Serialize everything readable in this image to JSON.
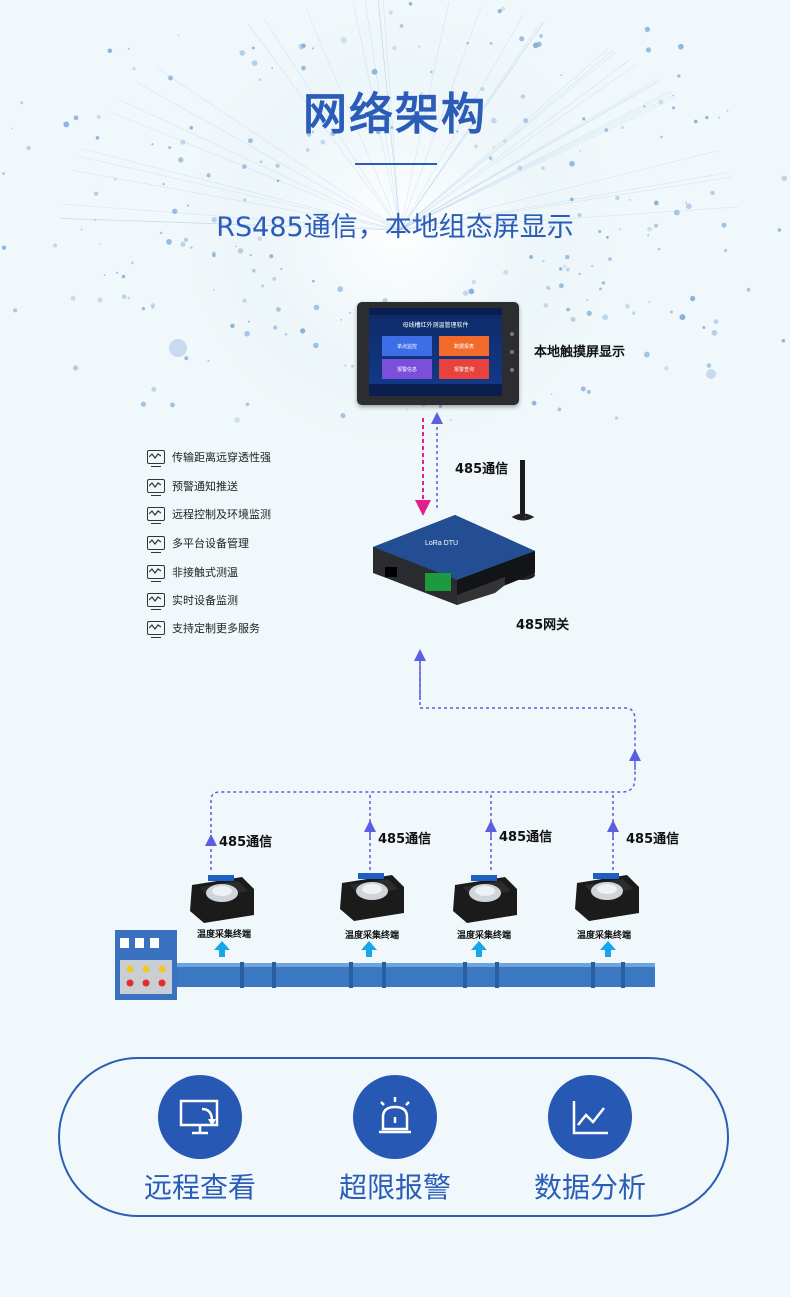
{
  "title": "网络架构",
  "subtitle": "RS485通信，本地组态屏显示",
  "touchscreen": {
    "label": "本地触摸屏显示",
    "screen_title": "母线槽红外测温管理软件",
    "tiles": [
      "单点监控",
      "数据报表",
      "报警信息",
      "报警查询"
    ]
  },
  "link_top_label": "485通信",
  "gateway": {
    "label": "485网关",
    "brand": "LoRa DTU"
  },
  "features": [
    "传输距离远穿透性强",
    "预警通知推送",
    "远程控制及环境监测",
    "多平台设备管理",
    "非接触式测温",
    "实时设备监测",
    "支持定制更多服务"
  ],
  "terminals": [
    {
      "link_label": "485通信",
      "label": "温度采集终端"
    },
    {
      "link_label": "485通信",
      "label": "温度采集终端"
    },
    {
      "link_label": "485通信",
      "label": "温度采集终端"
    },
    {
      "link_label": "485通信",
      "label": "温度采集终端"
    }
  ],
  "bottom_features": [
    {
      "label": "远程查看",
      "icon": "monitor-refresh-icon"
    },
    {
      "label": "超限报警",
      "icon": "alarm-siren-icon"
    },
    {
      "label": "数据分析",
      "icon": "line-chart-icon"
    }
  ],
  "colors": {
    "primary": "#2a5cb8",
    "dash_blue": "#5a5ee0",
    "dash_pink": "#e0218a",
    "busbar": "#3b78c2",
    "arrow_cyan": "#15a8e8"
  }
}
